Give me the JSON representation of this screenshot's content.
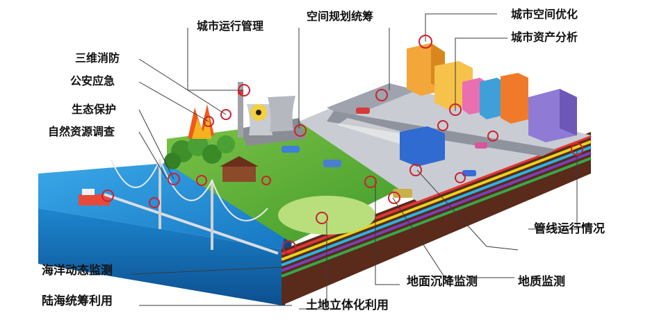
{
  "labels": {
    "urban_operation_management": "城市运行管理",
    "spatial_planning": "空间规划统筹",
    "urban_space_optimization": "城市空间优化",
    "urban_asset_analysis": "城市资产分析",
    "fire_3d": "三维消防",
    "public_security_emergency": "公安应急",
    "ecological_protection": "生态保护",
    "natural_resource_survey": "自然资源调查",
    "pipeline_operation": "管线运行情况",
    "marine_dynamic_monitoring": "海洋动态监测",
    "land_sea_coordination": "陆海统筹利用",
    "ground_subsidence_monitoring": "地面沉降监测",
    "geological_monitoring": "地质监测",
    "land_3d_utilization": "土地立体化利用"
  },
  "colors": {
    "sea": "#1f8fd6",
    "grass": "#5fb33a",
    "road": "#b9bcc4",
    "marker_ring": "#cc2030",
    "leader_line": "#3a3a3a"
  }
}
